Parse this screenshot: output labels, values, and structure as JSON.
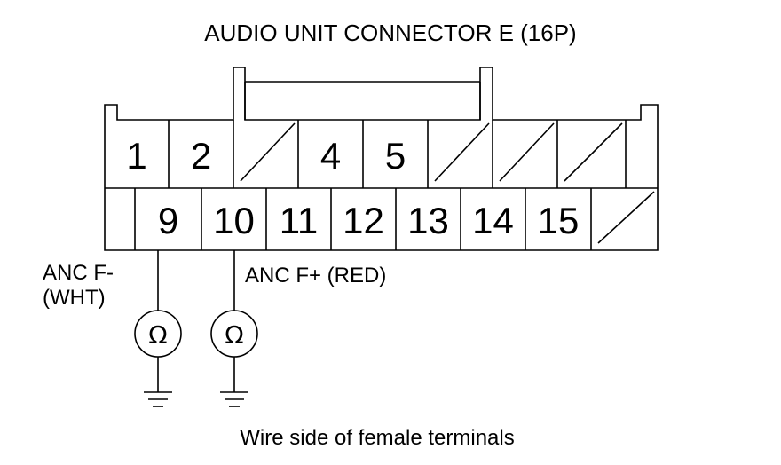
{
  "title": "AUDIO UNIT CONNECTOR E (16P)",
  "caption": "Wire side of female terminals",
  "connector": {
    "top_row": [
      {
        "label": "1",
        "blank": false
      },
      {
        "label": "2",
        "blank": false
      },
      {
        "label": "",
        "blank": true
      },
      {
        "label": "4",
        "blank": false
      },
      {
        "label": "5",
        "blank": false
      },
      {
        "label": "",
        "blank": true
      },
      {
        "label": "",
        "blank": true
      },
      {
        "label": "",
        "blank": true
      },
      {
        "label": "",
        "blank": false
      }
    ],
    "bottom_row": [
      {
        "label": "",
        "blank": false
      },
      {
        "label": "9",
        "blank": false
      },
      {
        "label": "10",
        "blank": false
      },
      {
        "label": "11",
        "blank": false
      },
      {
        "label": "12",
        "blank": false
      },
      {
        "label": "13",
        "blank": false
      },
      {
        "label": "14",
        "blank": false
      },
      {
        "label": "15",
        "blank": false
      },
      {
        "label": "",
        "blank": true
      }
    ]
  },
  "probes": [
    {
      "wire_label": "ANC F-\n(WHT)",
      "symbol": "Ω",
      "pin": "9"
    },
    {
      "wire_label": "ANC F+ (RED)",
      "symbol": "Ω",
      "pin": "10"
    }
  ]
}
